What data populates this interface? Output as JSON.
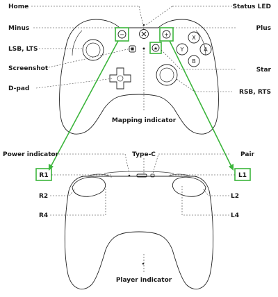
{
  "labels": {
    "home": "Home",
    "minus": "Minus",
    "lsb_lts": "LSB, LTS",
    "screenshot": "Screenshot",
    "dpad": "D-pad",
    "status_led": "Status LED",
    "plus": "Plus",
    "star": "Star",
    "rsb_rts": "RSB, RTS",
    "mapping_indicator": "Mapping indicator",
    "power_indicator": "Power indicator",
    "type_c": "Type-C",
    "pair": "Pair",
    "r1": "R1",
    "l1": "L1",
    "r2": "R2",
    "l2": "L2",
    "r4": "R4",
    "l4": "L4",
    "player_indicator": "Player indicator"
  },
  "buttons": {
    "x": "X",
    "y": "Y",
    "a": "A",
    "b": "B",
    "minus_symbol": "−",
    "plus_symbol": "+"
  },
  "colors": {
    "highlight": "#3cb53c",
    "line": "#222222"
  }
}
